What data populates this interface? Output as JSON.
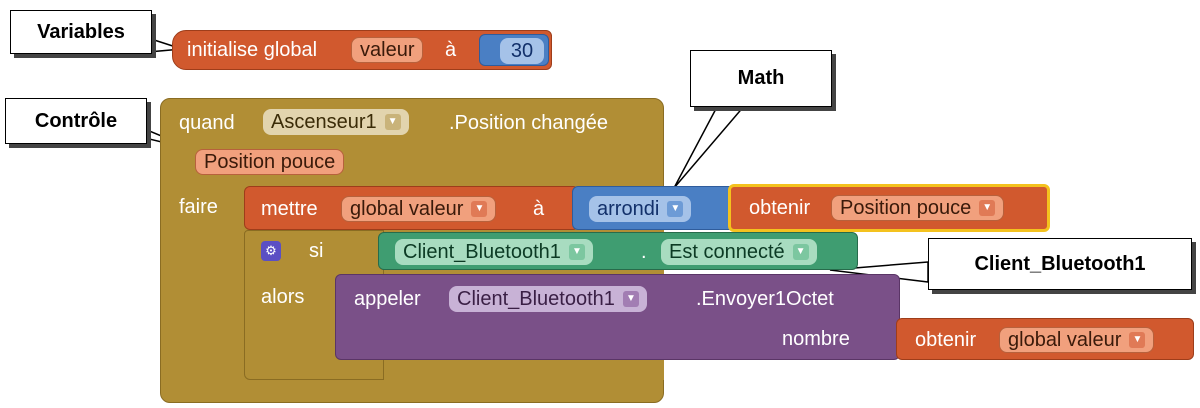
{
  "callouts": {
    "variables": "Variables",
    "controle": "Contrôle",
    "math": "Math",
    "bluetooth": "Client_Bluetooth1"
  },
  "init_block": {
    "text": "initialise global",
    "var_name": "valeur",
    "to": "à",
    "value": "30"
  },
  "event_block": {
    "when": "quand",
    "component": "Ascenseur1",
    "event": ".Position changée",
    "param": "Position pouce",
    "do": "faire"
  },
  "set_block": {
    "set": "mettre",
    "var": "global valeur",
    "to": "à",
    "round": "arrondi",
    "get": "obtenir",
    "get_var": "Position pouce"
  },
  "if_block": {
    "if": "si",
    "then": "alors",
    "component": "Client_Bluetooth1",
    "dot": ".",
    "property": "Est connecté"
  },
  "call_block": {
    "call": "appeler",
    "component": "Client_Bluetooth1",
    "method": ".Envoyer1Octet",
    "arg": "nombre",
    "get": "obtenir",
    "get_var": "global valeur"
  },
  "colors": {
    "control": "#b18e35",
    "variables": "#d1592e",
    "math": "#4a7fc4",
    "bluetooth_green": "#3f9d71",
    "bluetooth_purple": "#7a5088"
  }
}
